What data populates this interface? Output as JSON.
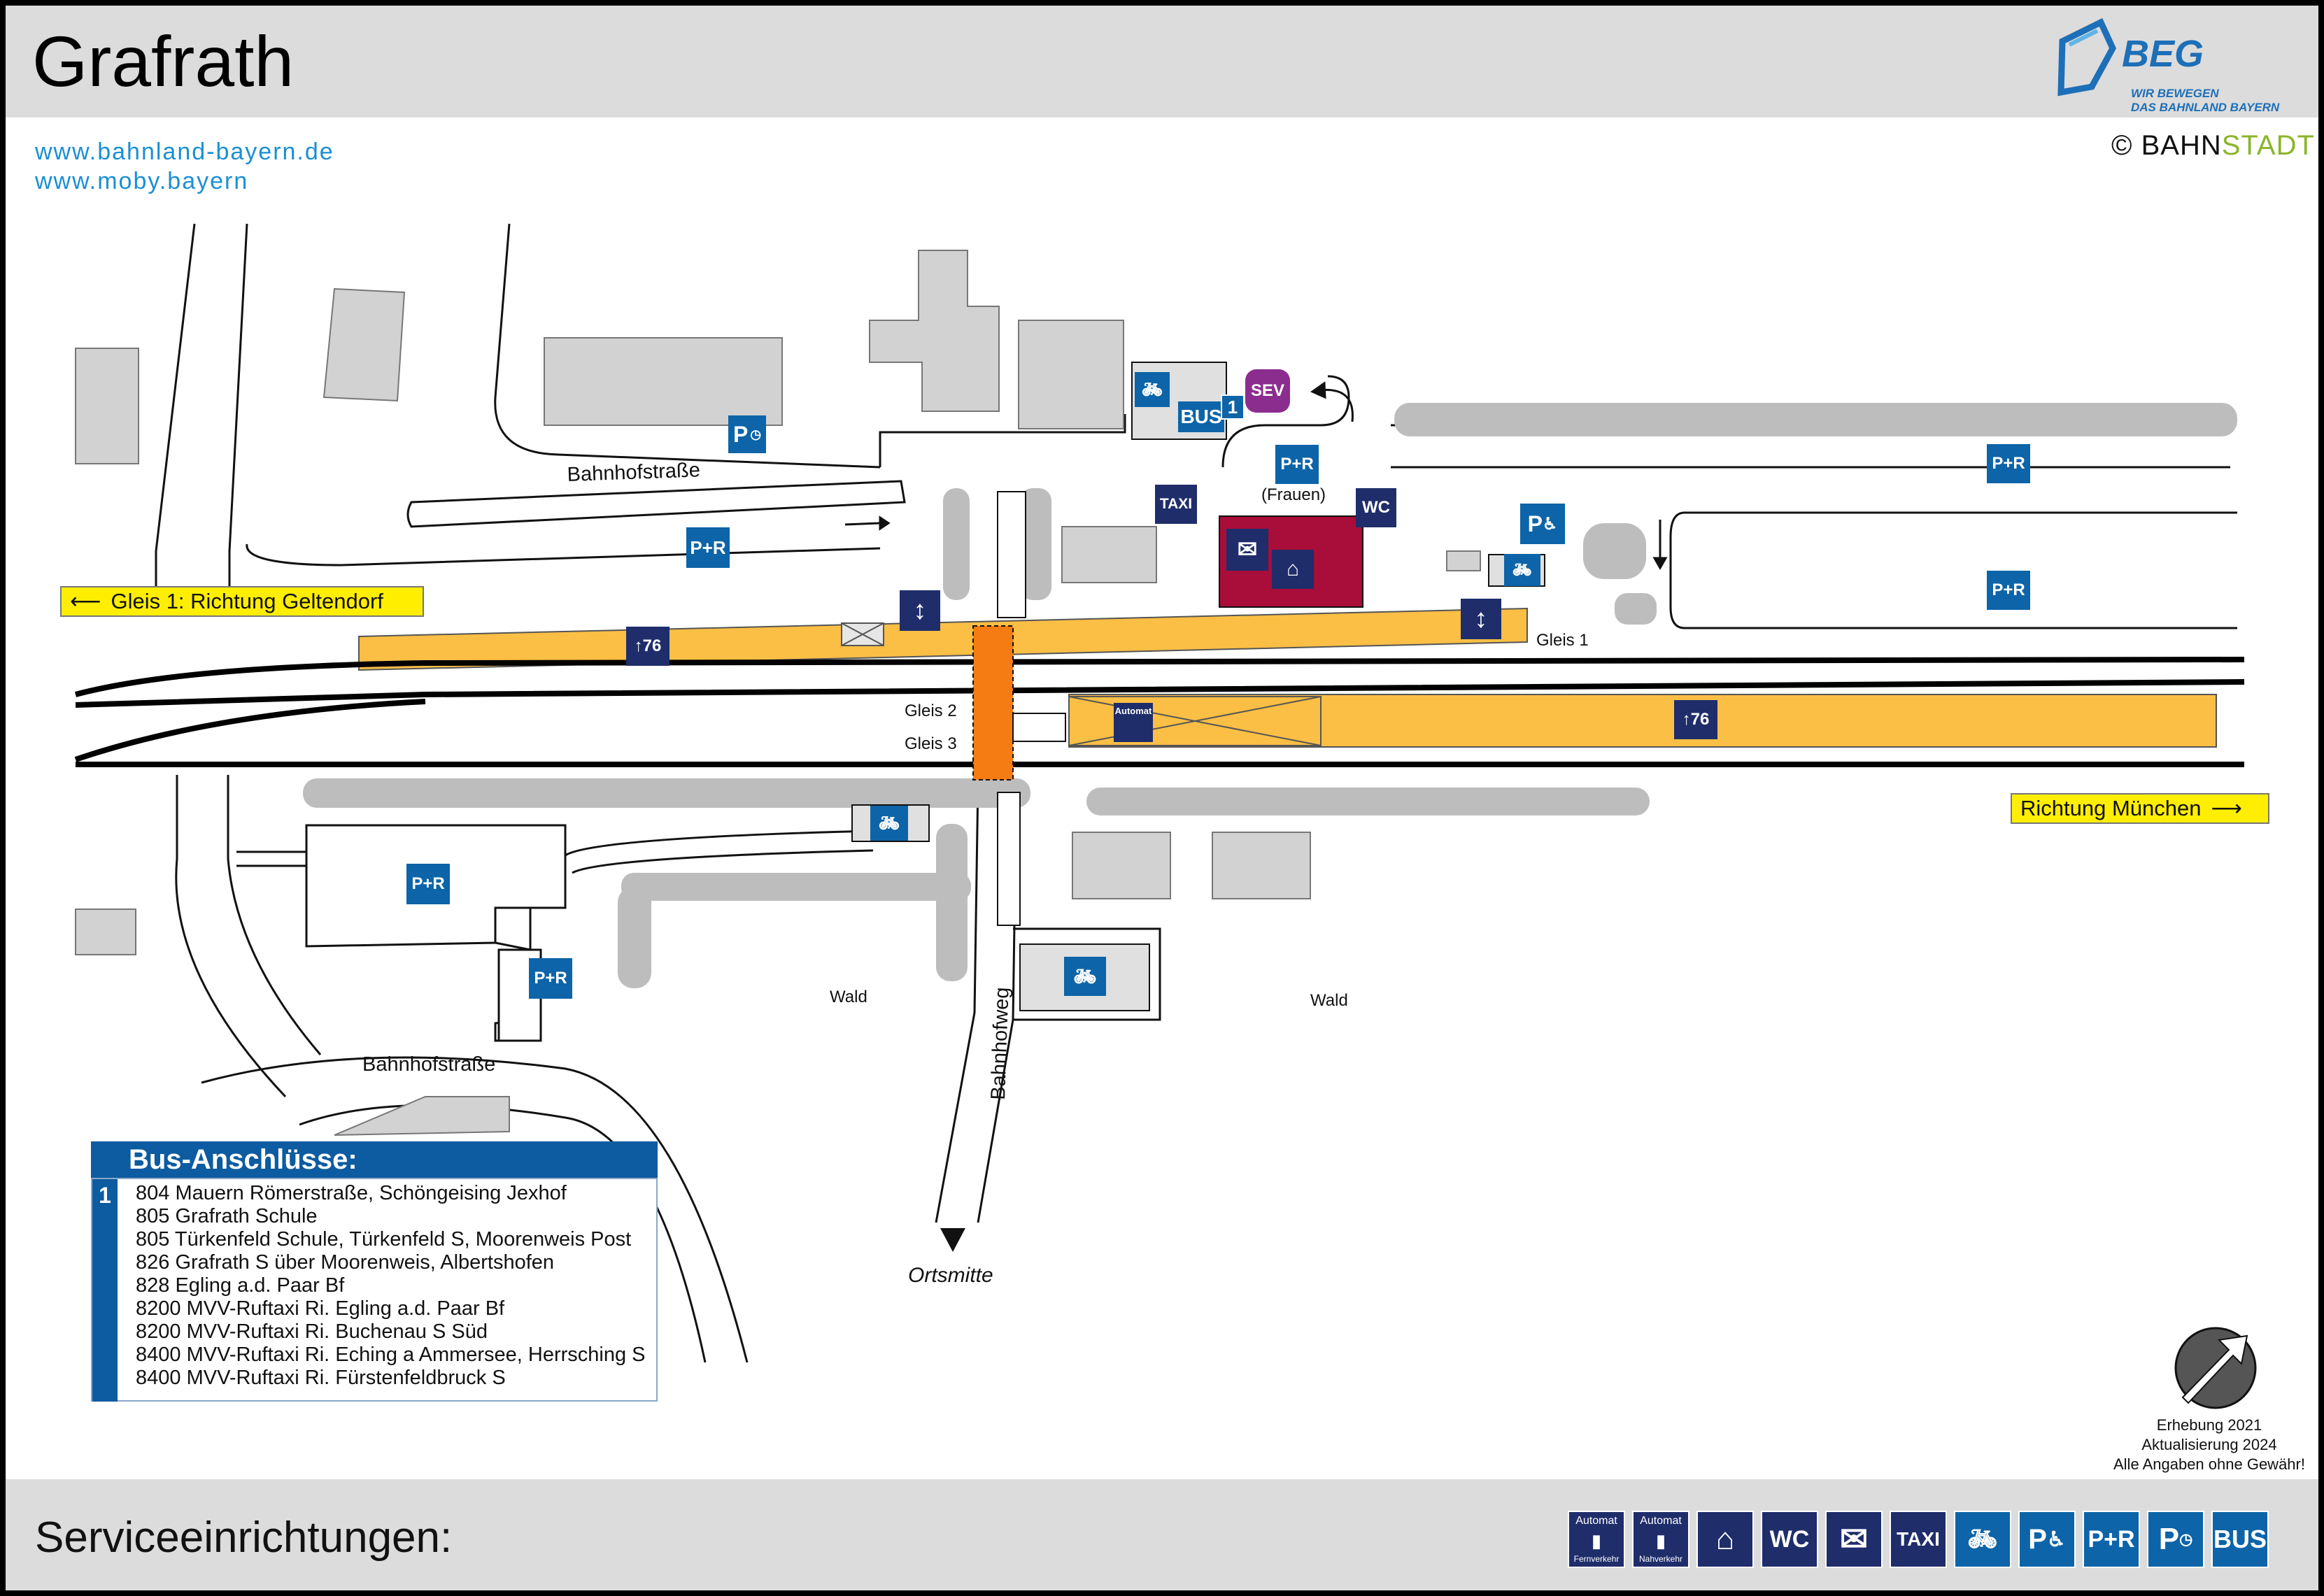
{
  "header": {
    "title": "Grafrath",
    "links": [
      "www.bahnland-bayern.de",
      "www.moby.bayern"
    ],
    "logo": {
      "name": "BEG",
      "slogan_line1": "WIR BEWEGEN",
      "slogan_line2": "DAS BAHNLAND BAYERN"
    },
    "copyright_symbol": "©",
    "copyright_part1": "BAHN",
    "copyright_part2": "STADT"
  },
  "map": {
    "street_labels": [
      "Bahnhofstraße",
      "Bahnhofstraße",
      "Bahnhofweg"
    ],
    "area_labels": [
      "Wald",
      "Wald"
    ],
    "track_labels": {
      "gleis1": "Gleis 1",
      "gleis2": "Gleis 2",
      "gleis3": "Gleis 3"
    },
    "direction_signs": {
      "west": "Gleis 1: Richtung Geltendorf",
      "east": "Richtung München"
    },
    "destination": "Ortsmitte",
    "platform_height_labels": [
      "76",
      "76"
    ],
    "frauen_label": "(Frauen)",
    "icons": {
      "pr": "P+R",
      "parking": "P",
      "taxi": "TAXI",
      "wc": "WC",
      "bus": "BUS",
      "bus_line": "1",
      "sev": "SEV",
      "automat": "Automat"
    },
    "colors": {
      "platform": "#fbbf45",
      "underpass": "#f57c12",
      "station_building": "#a90d39",
      "icon_navy": "#1f2d6b",
      "icon_blue": "#0d64a8",
      "sev": "#8b2d8e",
      "vegetation": "#bdbdbd",
      "building": "#d2d2d2",
      "sign_yellow": "#ffee00"
    }
  },
  "bus_connections": {
    "title": "Bus-Anschlüsse:",
    "stop": "1",
    "lines": [
      "804 Mauern Römerstraße, Schöngeising Jexhof",
      "805 Grafrath Schule",
      "805 Türkenfeld Schule, Türkenfeld S, Moorenweis Post",
      "826 Grafrath S über Moorenweis, Albertshofen",
      "828 Egling a.d. Paar Bf",
      "8200 MVV-Ruftaxi Ri. Egling a.d. Paar Bf",
      "8200 MVV-Ruftaxi Ri. Buchenau S Süd",
      "8400 MVV-Ruftaxi Ri. Eching a Ammersee, Herrsching S",
      "8400 MVV-Ruftaxi Ri. Fürstenfeldbruck S"
    ]
  },
  "survey": {
    "line1": "Erhebung 2021",
    "line2": "Aktualisierung 2024",
    "line3": "Alle Angaben ohne Gewähr!"
  },
  "services": {
    "title": "Serviceeinrichtungen:",
    "items": [
      {
        "icon": "ticket-machine-long-distance-icon",
        "top": "Automat",
        "bottom": "Fernverkehr"
      },
      {
        "icon": "ticket-machine-regional-icon",
        "top": "Automat",
        "bottom": "Nahverkehr"
      },
      {
        "icon": "waiting-room-icon",
        "label": ""
      },
      {
        "icon": "wc-icon",
        "label": "WC"
      },
      {
        "icon": "mailbox-icon",
        "label": ""
      },
      {
        "icon": "taxi-icon",
        "label": "TAXI"
      },
      {
        "icon": "bike-parking-icon",
        "label": ""
      },
      {
        "icon": "disabled-parking-icon",
        "label": "P"
      },
      {
        "icon": "park-and-ride-icon",
        "label": "P+R"
      },
      {
        "icon": "short-term-parking-icon",
        "label": "P"
      },
      {
        "icon": "bus-icon",
        "label": "BUS"
      }
    ]
  }
}
